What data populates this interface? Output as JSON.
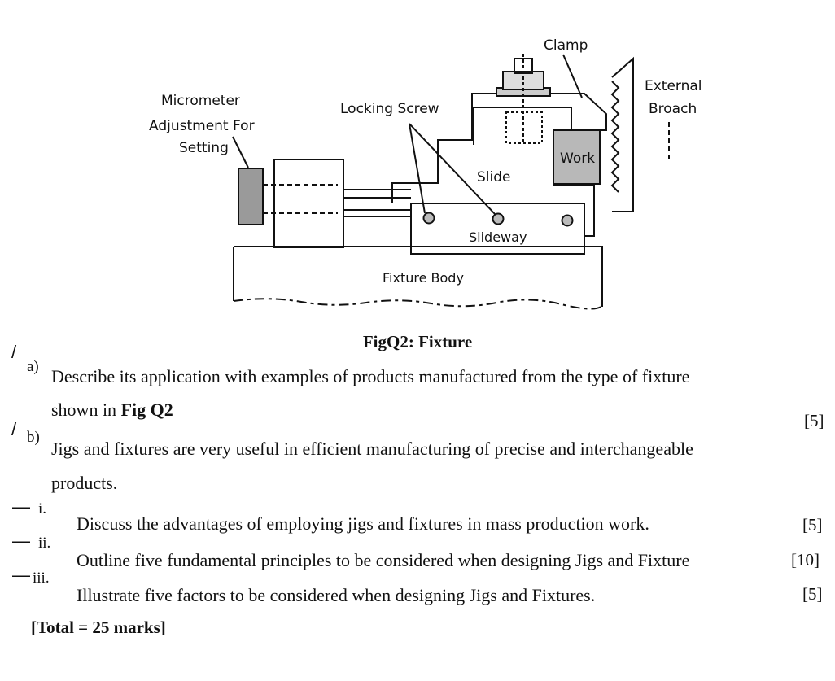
{
  "figure": {
    "labels": {
      "clamp": "Clamp",
      "external": "External",
      "broach": "Broach",
      "micrometer1": "Micrometer",
      "micrometer2": "Adjustment For",
      "micrometer3": "Setting",
      "locking_screw": "Locking Screw",
      "work": "Work",
      "slide": "Slide",
      "slideway": "Slideway",
      "fixture_body": "Fixture Body"
    },
    "caption": "FigQ2: Fixture"
  },
  "questions": {
    "a": {
      "label": "a)",
      "line1": "Describe its application with examples of products manufactured from the type of fixture",
      "line2_prefix": "shown in ",
      "line2_bold": "Fig Q2",
      "marks": "[5]"
    },
    "b": {
      "label": "b)",
      "line1": "Jigs and fixtures are very useful in efficient manufacturing of precise and interchangeable",
      "line2": "products.",
      "items": [
        {
          "num": "i.",
          "text": "Discuss the advantages of employing jigs and fixtures in mass production work.",
          "marks": "[5]"
        },
        {
          "num": "ii.",
          "text": "Outline five fundamental principles to be considered when designing Jigs and Fixture",
          "marks": "[10]"
        },
        {
          "num": "iii.",
          "text": "Illustrate five factors to be considered when designing Jigs and Fixtures.",
          "marks": "[5]"
        }
      ]
    },
    "total": "[Total = 25 marks]"
  }
}
